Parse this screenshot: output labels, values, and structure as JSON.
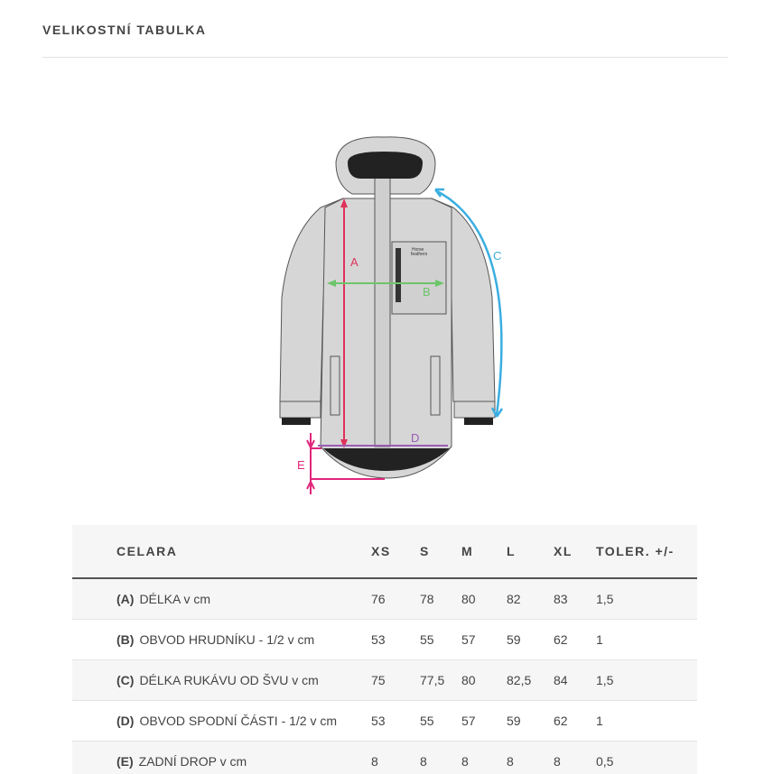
{
  "title": "VELIKOSTNÍ TABULKA",
  "figure": {
    "labels": {
      "a": "A",
      "b": "B",
      "c": "C",
      "d": "D",
      "e": "E"
    },
    "logo_text": "Horse feathers",
    "colors": {
      "a": "#e0325a",
      "b": "#6cc56b",
      "c": "#3aaee0",
      "d": "#9b5bb5",
      "e": "#e0257c"
    }
  },
  "table": {
    "headers": [
      "CELARA",
      "XS",
      "S",
      "M",
      "L",
      "XL",
      "TOLER. +/-"
    ],
    "rows": [
      {
        "letter": "(A)",
        "label": "DÉLKA v cm",
        "values": [
          "76",
          "78",
          "80",
          "82",
          "83"
        ],
        "tol": "1,5"
      },
      {
        "letter": "(B)",
        "label": "OBVOD HRUDNÍKU - 1/2 v cm",
        "values": [
          "53",
          "55",
          "57",
          "59",
          "62"
        ],
        "tol": "1"
      },
      {
        "letter": "(C)",
        "label": "DÉLKA RUKÁVU OD ŠVU v cm",
        "values": [
          "75",
          "77,5",
          "80",
          "82,5",
          "84"
        ],
        "tol": "1,5"
      },
      {
        "letter": "(D)",
        "label": "OBVOD SPODNÍ ČÁSTI - 1/2 v cm",
        "values": [
          "53",
          "55",
          "57",
          "59",
          "62"
        ],
        "tol": "1"
      },
      {
        "letter": "(E)",
        "label": "ZADNÍ DROP v cm",
        "values": [
          "8",
          "8",
          "8",
          "8",
          "8"
        ],
        "tol": "0,5"
      }
    ]
  }
}
